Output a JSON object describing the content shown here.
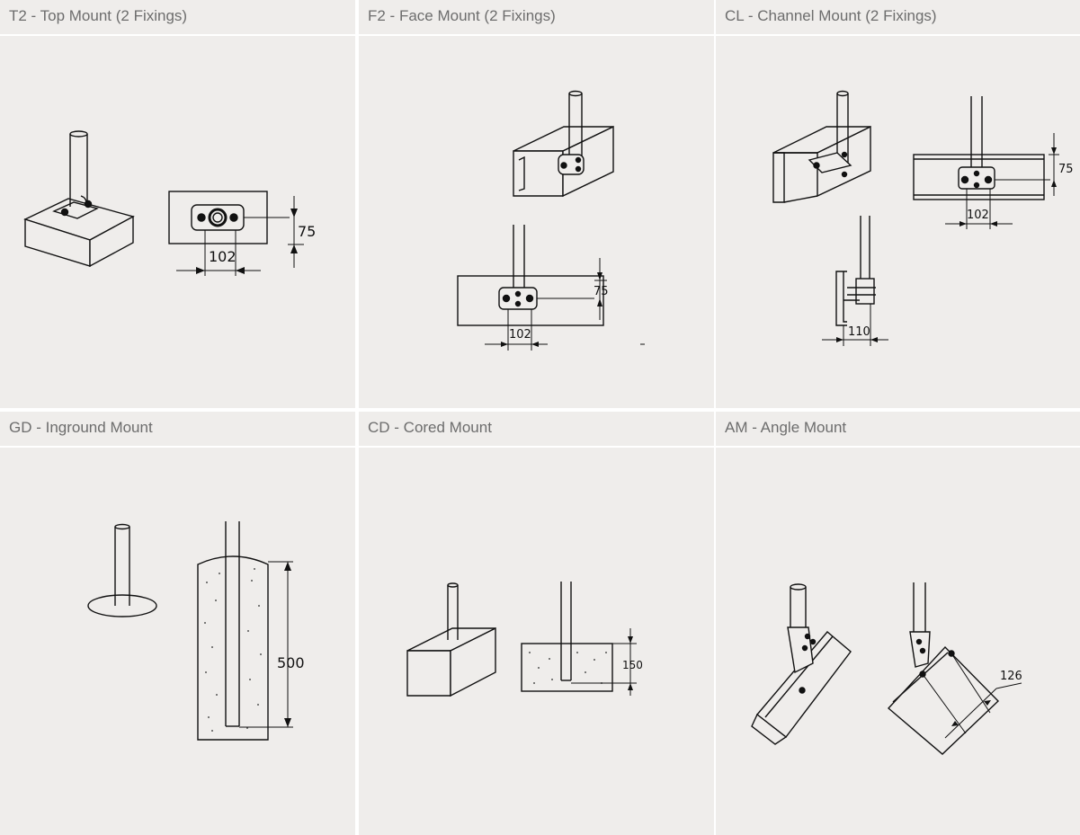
{
  "panels": [
    {
      "title": "T2 - Top Mount (2 Fixings)",
      "dims": [
        "75",
        "102"
      ]
    },
    {
      "title": "F2 - Face Mount (2 Fixings)",
      "dims": [
        "75",
        "102"
      ]
    },
    {
      "title": "CL - Channel Mount (2 Fixings)",
      "dims": [
        "75",
        "102",
        "110"
      ]
    },
    {
      "title": "GD - Inground Mount",
      "dims": [
        "500"
      ]
    },
    {
      "title": "CD - Cored Mount",
      "dims": [
        "150"
      ]
    },
    {
      "title": "AM - Angle Mount",
      "dims": [
        "126"
      ]
    }
  ]
}
